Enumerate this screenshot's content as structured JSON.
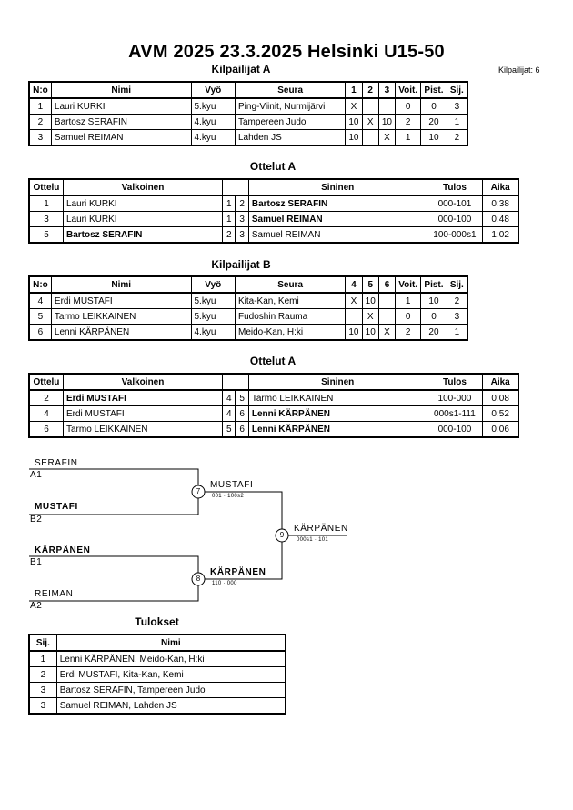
{
  "title": "AVM 2025  23.3.2025  Helsinki   U15-50",
  "participant_count": "Kilpailijat: 6",
  "pool_a": {
    "heading": "Kilpailijat A",
    "headers": [
      "N:o",
      "Nimi",
      "Vyö",
      "Seura",
      "1",
      "2",
      "3",
      "Voit.",
      "Pist.",
      "Sij."
    ],
    "rows": [
      [
        "1",
        "Lauri KURKI",
        "5.kyu",
        "Ping-Viinit, Nurmijärvi",
        "X",
        "",
        "",
        "0",
        "0",
        "3"
      ],
      [
        "2",
        "Bartosz SERAFIN",
        "4.kyu",
        "Tampereen Judo",
        "10",
        "X",
        "10",
        "2",
        "20",
        "1"
      ],
      [
        "3",
        "Samuel REIMAN",
        "4.kyu",
        "Lahden JS",
        "10",
        "",
        "X",
        "1",
        "10",
        "2"
      ]
    ]
  },
  "matches_a": {
    "heading": "Ottelut A",
    "headers": [
      "Ottelu",
      "Valkoinen",
      "Sininen",
      "Tulos",
      "Aika"
    ],
    "rows": [
      {
        "no": "1",
        "white": "Lauri KURKI",
        "w": "1",
        "b": "2",
        "blue": "Bartosz SERAFIN",
        "result": "000-101",
        "time": "0:38",
        "winner": "blue"
      },
      {
        "no": "3",
        "white": "Lauri KURKI",
        "w": "1",
        "b": "3",
        "blue": "Samuel REIMAN",
        "result": "000-100",
        "time": "0:48",
        "winner": "blue"
      },
      {
        "no": "5",
        "white": "Bartosz SERAFIN",
        "w": "2",
        "b": "3",
        "blue": "Samuel REIMAN",
        "result": "100-000s1",
        "time": "1:02",
        "winner": "white"
      }
    ]
  },
  "pool_b": {
    "heading": "Kilpailijat B",
    "headers": [
      "N:o",
      "Nimi",
      "Vyö",
      "Seura",
      "4",
      "5",
      "6",
      "Voit.",
      "Pist.",
      "Sij."
    ],
    "rows": [
      [
        "4",
        "Erdi MUSTAFI",
        "5.kyu",
        "Kita-Kan, Kemi",
        "X",
        "10",
        "",
        "1",
        "10",
        "2"
      ],
      [
        "5",
        "Tarmo LEIKKAINEN",
        "5.kyu",
        "Fudoshin Rauma",
        "",
        "X",
        "",
        "0",
        "0",
        "3"
      ],
      [
        "6",
        "Lenni KÄRPÄNEN",
        "4.kyu",
        "Meido-Kan, H:ki",
        "10",
        "10",
        "X",
        "2",
        "20",
        "1"
      ]
    ]
  },
  "matches_b": {
    "heading": "Ottelut A",
    "headers": [
      "Ottelu",
      "Valkoinen",
      "Sininen",
      "Tulos",
      "Aika"
    ],
    "rows": [
      {
        "no": "2",
        "white": "Erdi MUSTAFI",
        "w": "4",
        "b": "5",
        "blue": "Tarmo LEIKKAINEN",
        "result": "100-000",
        "time": "0:08",
        "winner": "white"
      },
      {
        "no": "4",
        "white": "Erdi MUSTAFI",
        "w": "4",
        "b": "6",
        "blue": "Lenni KÄRPÄNEN",
        "result": "000s1-111",
        "time": "0:52",
        "winner": "blue"
      },
      {
        "no": "6",
        "white": "Tarmo LEIKKAINEN",
        "w": "5",
        "b": "6",
        "blue": "Lenni KÄRPÄNEN",
        "result": "000-100",
        "time": "0:06",
        "winner": "blue"
      }
    ]
  },
  "bracket": {
    "a1_name": "SERAFIN",
    "a1_seed": "A1",
    "b2_name": "MUSTAFI",
    "b2_seed": "B2",
    "b1_name": "KÄRPÄNEN",
    "b1_seed": "B1",
    "a2_name": "REIMAN",
    "a2_seed": "A2",
    "m7": "7",
    "m7_winner": "MUSTAFI",
    "m7_score": "001 · 100s2",
    "m8": "8",
    "m8_winner": "KÄRPÄNEN",
    "m8_score": "110 · 000",
    "m9": "9",
    "m9_winner": "KÄRPÄNEN",
    "m9_score": "000s1 · 101"
  },
  "results": {
    "heading": "Tulokset",
    "headers": [
      "Sij.",
      "Nimi"
    ],
    "rows": [
      [
        "1",
        "Lenni KÄRPÄNEN, Meido-Kan, H:ki"
      ],
      [
        "2",
        "Erdi MUSTAFI, Kita-Kan, Kemi"
      ],
      [
        "3",
        "Bartosz SERAFIN, Tampereen Judo"
      ],
      [
        "3",
        "Samuel REIMAN, Lahden JS"
      ]
    ]
  }
}
